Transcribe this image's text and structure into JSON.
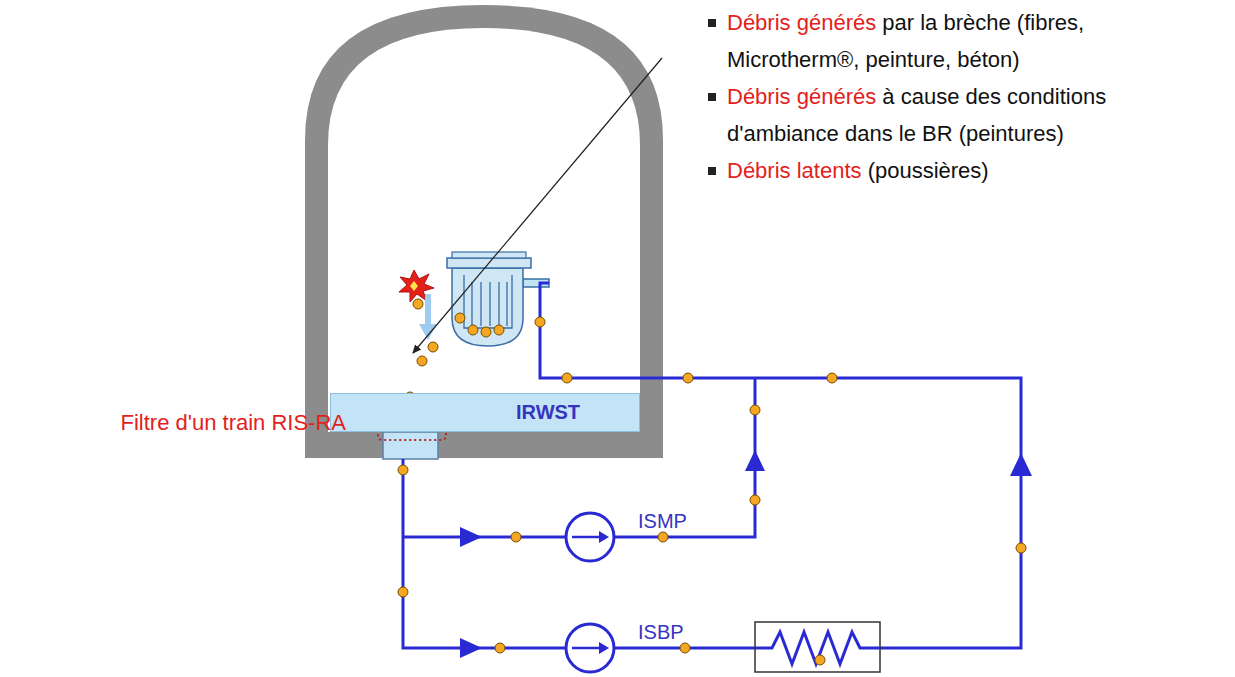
{
  "diagram": {
    "nodes": [
      {
        "text": [
          "IRWST"
        ]
      }
    ],
    "labels": [
      "Débris générés",
      "par la brèche (fibres, Microtherm®, peinture, béton)",
      "Débris générés",
      "à cause des conditions d'ambiance dans le BR (peintures)",
      "Débris latents",
      "(poussières)",
      "Filtre d'un train RIS-RA",
      "ISMP",
      "ISBP"
    ]
  }
}
